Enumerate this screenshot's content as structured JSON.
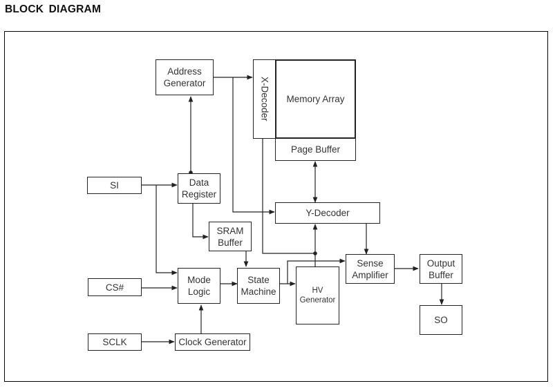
{
  "title": "BLOCK  DIAGRAM",
  "blocks": {
    "address_generator": "Address\nGenerator",
    "x_decoder": "X-Decoder",
    "memory_array": "Memory Array",
    "page_buffer": "Page Buffer",
    "si": "SI",
    "data_register": "Data\nRegister",
    "y_decoder": "Y-Decoder",
    "sram_buffer": "SRAM\nBuffer",
    "cs": "CS#",
    "mode_logic": "Mode\nLogic",
    "state_machine": "State\nMachine",
    "hv_generator": "HV\nGenerator",
    "sense_amplifier": "Sense\nAmplifier",
    "output_buffer": "Output\nBuffer",
    "so": "SO",
    "sclk": "SCLK",
    "clock_generator": "Clock Generator"
  },
  "connections": [
    {
      "from": "SI",
      "to": "Data Register"
    },
    {
      "from": "SI",
      "to": "Mode Logic"
    },
    {
      "from": "CS#",
      "to": "Mode Logic"
    },
    {
      "from": "SCLK",
      "to": "Clock Generator"
    },
    {
      "from": "Clock Generator",
      "to": "Mode Logic"
    },
    {
      "from": "Mode Logic",
      "to": "State Machine"
    },
    {
      "from": "Data Register",
      "to": "Address Generator"
    },
    {
      "from": "Data Register",
      "to": "SRAM Buffer"
    },
    {
      "from": "SRAM Buffer",
      "to": "State Machine"
    },
    {
      "from": "Address Generator",
      "to": "X-Decoder"
    },
    {
      "from": "Address Generator",
      "to": "Y-Decoder"
    },
    {
      "from": "Page Buffer",
      "to": "Y-Decoder",
      "bidirectional": true
    },
    {
      "from": "X-Decoder",
      "to": "Y-Decoder"
    },
    {
      "from": "State Machine",
      "to": "HV Generator"
    },
    {
      "from": "State Machine",
      "to": "Sense Amplifier"
    },
    {
      "from": "Y-Decoder",
      "to": "Sense Amplifier"
    },
    {
      "from": "Sense Amplifier",
      "to": "Output Buffer"
    },
    {
      "from": "Output Buffer",
      "to": "SO"
    }
  ]
}
